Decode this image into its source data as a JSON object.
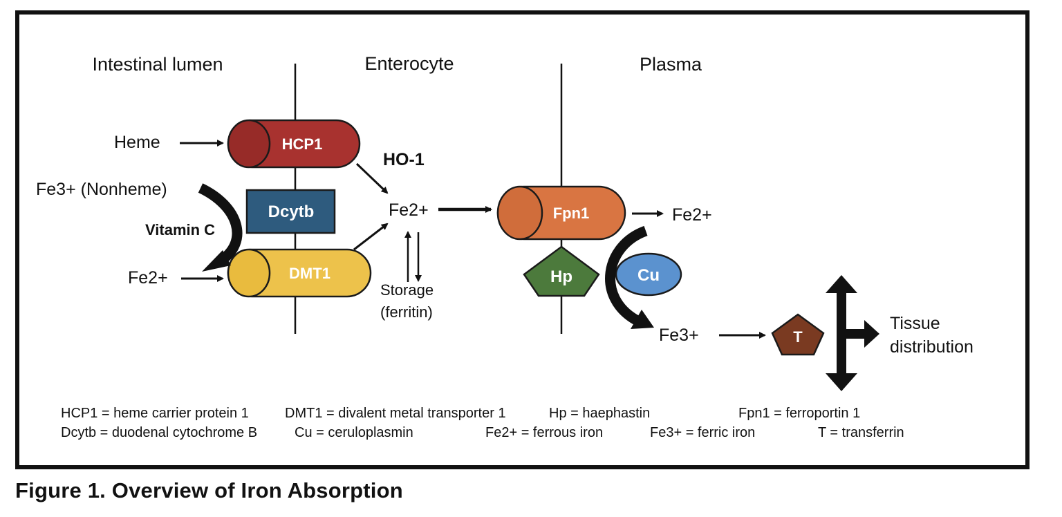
{
  "regions": {
    "lumen": "Intestinal lumen",
    "enterocyte": "Enterocyte",
    "plasma": "Plasma"
  },
  "proteins": {
    "hcp1": "HCP1",
    "dcytb": "Dcytb",
    "dmt1": "DMT1",
    "fpn1": "Fpn1",
    "hp": "Hp",
    "cu": "Cu",
    "t": "T"
  },
  "labels": {
    "heme": "Heme",
    "fe3_nonheme": "Fe3+ (Nonheme)",
    "vitamin_c": "Vitamin C",
    "fe2_lumen": "Fe2+",
    "ho1": "HO-1",
    "fe2_cell": "Fe2+",
    "storage_1": "Storage",
    "storage_2": "(ferritin)",
    "fe2_plasma": "Fe2+",
    "fe3_plasma": "Fe3+",
    "tissue_1": "Tissue",
    "tissue_2": "distribution"
  },
  "legend": {
    "hcp1": "HCP1 = heme carrier protein 1",
    "dmt1": "DMT1 = divalent metal transporter 1",
    "hp": "Hp = haephastin",
    "fpn1": "Fpn1 = ferroportin 1",
    "dcytb": "Dcytb = duodenal cytochrome B",
    "cu": "Cu = ceruloplasmin",
    "fe2": "Fe2+ = ferrous iron",
    "fe3": "Fe3+ = ferric iron",
    "t": "T = transferrin"
  },
  "caption": "Figure 1. Overview of Iron Absorption",
  "colors": {
    "hcp1": "#a8322f",
    "dcytb": "#2e5b7e",
    "dmt1": "#edc24b",
    "fpn1": "#d97542",
    "hp": "#4c7a3c",
    "cu": "#5b92cf",
    "t": "#7a3a21"
  }
}
